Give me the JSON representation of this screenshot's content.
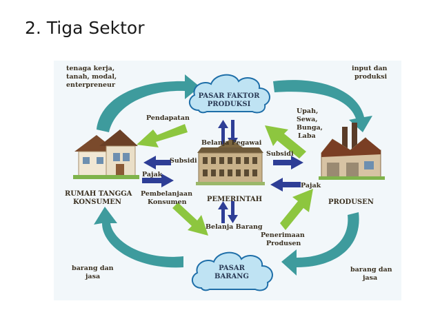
{
  "slide": {
    "title": "2. Tiga Sektor"
  },
  "colors": {
    "teal": "#3e9b9d",
    "green": "#8dc63f",
    "navy": "#2e3e96",
    "cloud": "#bfe3f3",
    "cloud_stroke": "#1e6ea8",
    "background": "#f2f7fa"
  },
  "clouds": {
    "factor": {
      "line1": "PASAR FAKTOR",
      "line2": "PRODUKSI"
    },
    "goods": {
      "line1": "PASAR",
      "line2": "BARANG"
    }
  },
  "actors": {
    "household": {
      "line1": "RUMAH TANGGA",
      "line2": "KONSUMEN"
    },
    "government": "PEMERINTAH",
    "producer": "PRODUSEN"
  },
  "labels": {
    "factors_offered": [
      "tenaga kerja,",
      "tanah, modal,",
      "enterpreneur"
    ],
    "input_produksi": [
      "input dan",
      "produksi"
    ],
    "pendapatan": "Pendapatan",
    "upah": [
      "Upah,",
      "Sewa,",
      "Bunga,",
      "Laba"
    ],
    "belanja_pegawai": "Belanja Pegawai",
    "subsidi_left": "Subsidi",
    "subsidi_right": "Subsidi",
    "pajak_left": "Pajak",
    "pajak_right": "Pajak",
    "pembelanjaan": [
      "Pembelanjaan",
      "Konsumen"
    ],
    "belanja_barang": "Belanja Barang",
    "penerimaan": [
      "Penerimaan",
      "Produsen"
    ],
    "barang_jasa_left": [
      "barang dan",
      "jasa"
    ],
    "barang_jasa_right": [
      "barang dan",
      "jasa"
    ]
  }
}
